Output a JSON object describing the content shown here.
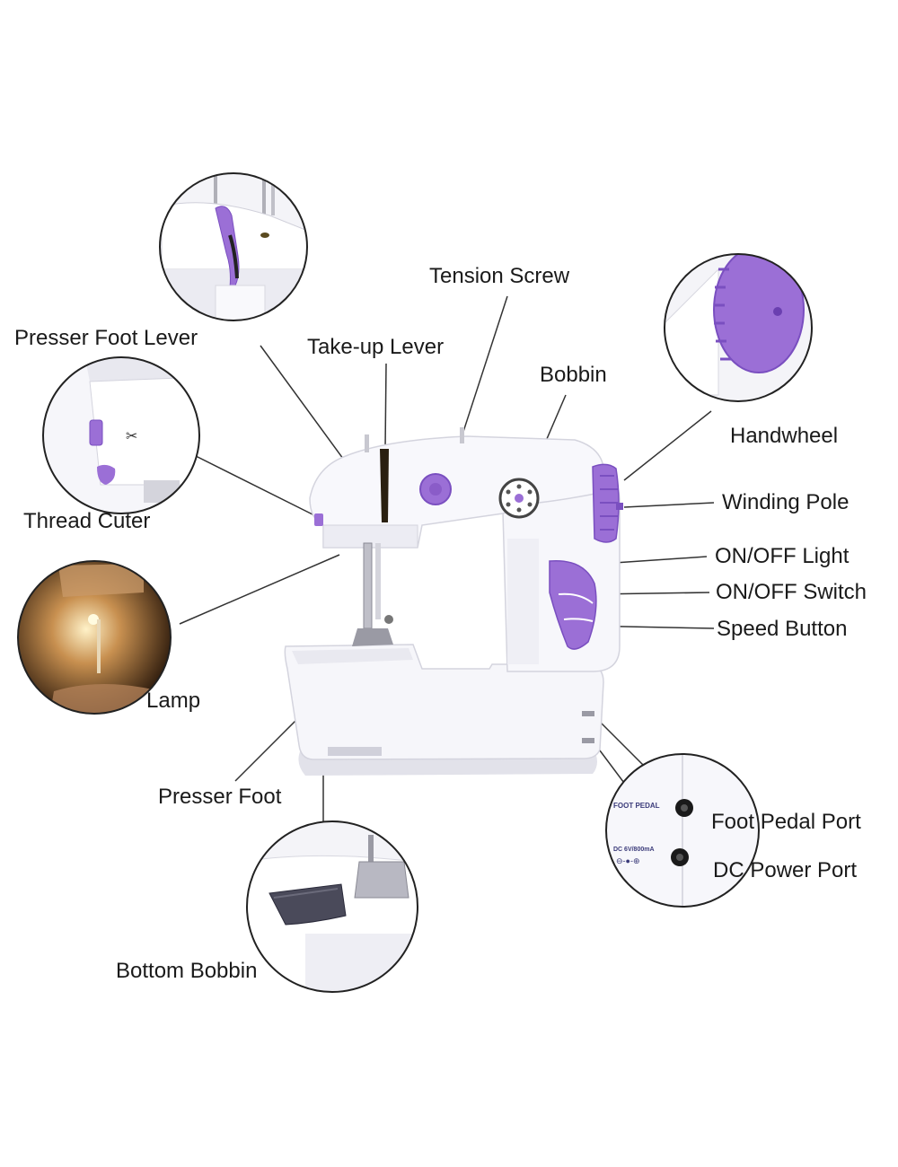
{
  "labels": {
    "tension_screw": "Tension Screw",
    "presser_foot_lever": "Presser Foot Lever",
    "take_up_lever": "Take-up Lever",
    "bobbin": "Bobbin",
    "handwheel": "Handwheel",
    "thread_cutter": "Thread Cuter",
    "winding_pole": "Winding Pole",
    "on_off_light": "ON/OFF Light",
    "on_off_switch": "ON/OFF Switch",
    "speed_button": "Speed Button",
    "lamp": "Lamp",
    "presser_foot": "Presser Foot",
    "foot_pedal_port": "Foot Pedal Port",
    "dc_power_port": "DC Power Port",
    "bottom_bobbin": "Bottom Bobbin"
  },
  "port_panel": {
    "foot_pedal_text": "FOOT PEDAL",
    "dc_text": "DC 6V/800mA"
  },
  "colors": {
    "body": "#f4f4f8",
    "accent": "#9b6fd6",
    "accent_dark": "#7a4fc0",
    "line": "#333333"
  }
}
